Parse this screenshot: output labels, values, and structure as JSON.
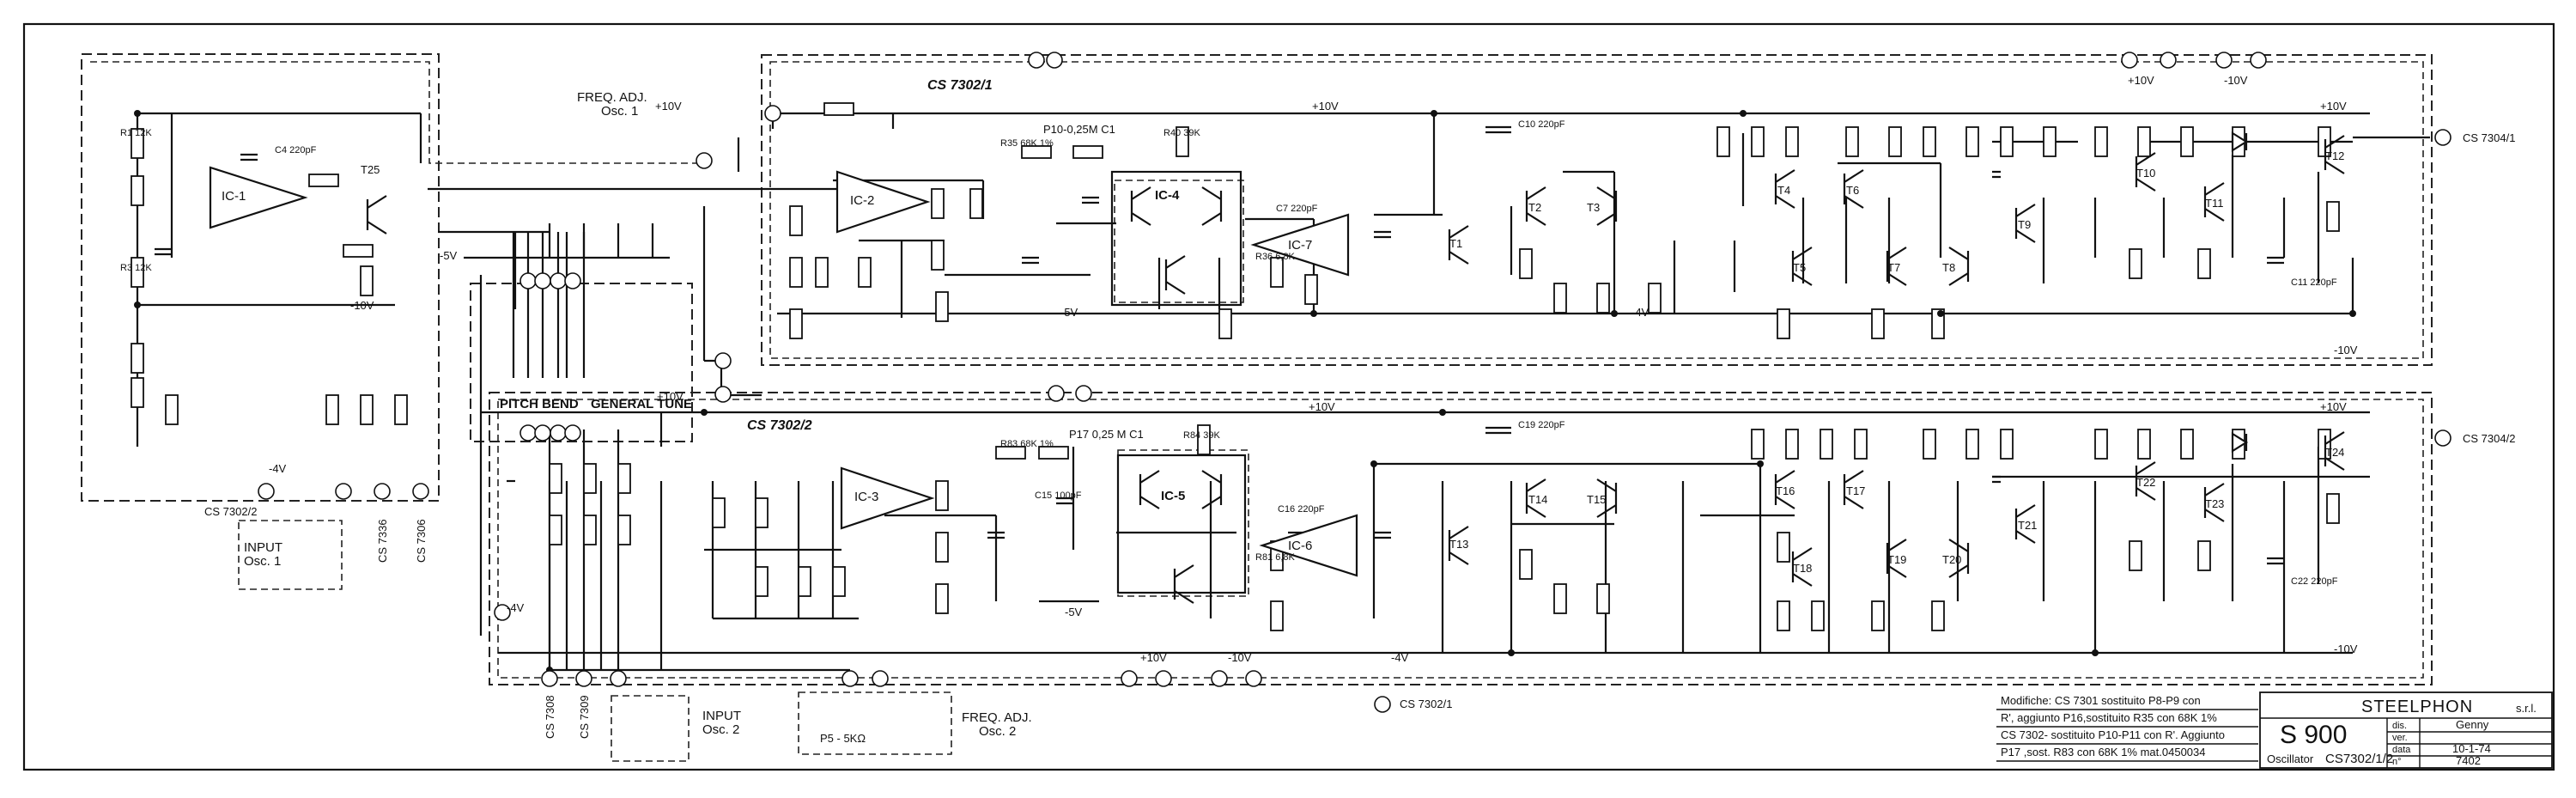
{
  "boards": {
    "top": "CS 7302/1",
    "bottom": "CS 7302/2",
    "top_ref": "CS 7304/1",
    "bottom_ref": "CS 7304/2",
    "bottom_note": "CS 7302/1",
    "mid_ref": "CS 7302/2"
  },
  "controls": {
    "freq_adj_1": "FREQ. ADJ.",
    "freq_adj_1_sub": "Osc. 1",
    "freq_adj_2": "FREQ. ADJ.",
    "freq_adj_2_sub": "Osc. 2",
    "pitch_bend": "PITCH BEND",
    "general_tune": "GENERAL TUNE",
    "input_1": "INPUT",
    "input_1_sub": "Osc. 1",
    "input_2": "INPUT",
    "input_2_sub": "Osc. 2",
    "p5": "P5 - 5KΩ",
    "pot_top": "P10-0,25M C1",
    "pot_bottom": "P17 0,25 M C1"
  },
  "ics": [
    "IC-1",
    "IC-2",
    "IC-3",
    "IC-4",
    "IC-5",
    "IC-6",
    "IC-7"
  ],
  "transistors_top": [
    "T25",
    "T1",
    "T2",
    "T3",
    "T4",
    "T5",
    "T6",
    "T7",
    "T8",
    "T9",
    "T10",
    "T11",
    "T12"
  ],
  "transistors_bottom": [
    "T13",
    "T14",
    "T15",
    "T16",
    "T17",
    "T18",
    "T19",
    "T20",
    "T21",
    "T22",
    "T23",
    "T24"
  ],
  "rails": {
    "p10": "+10V",
    "m10": "-10V",
    "m5": "-5V",
    "m4": "-4V"
  },
  "components_top": [
    "R1 12K",
    "R3 12K",
    "R35 68K 1%",
    "R40 39K",
    "R36 6,8K",
    "C4 220pF",
    "C10 220pF",
    "C7 220pF",
    "C11 220pF"
  ],
  "components_bottom": [
    "R83 68K 1%",
    "R84 39K",
    "R81 6,8K",
    "C15 100pF",
    "C16 220pF",
    "C19 220pF",
    "C22 220pF"
  ],
  "cs_labels": [
    "CS 7308",
    "CS 7336",
    "CS 7306",
    "CS 7309"
  ],
  "notes": {
    "title": "Modifiche:",
    "l1": "Modifiche: CS 7301 sostituito P8-P9 con",
    "l2": "R', aggiunto P16,sostituito R35 con 68K 1%",
    "l3": "CS 7302- sostituito P10-P11 con R'. Aggiunto",
    "l4": "P17 ,sost. R83 con 68K 1% mat.0450034"
  },
  "title_block": {
    "company": "STEELPHON",
    "company_suffix": "s.r.l.",
    "model": "S 900",
    "desc": "Oscillator",
    "drawing_no": "CS7302/1/2",
    "dis_label": "dis.",
    "dis_value": "Genny",
    "ver_label": "ver.",
    "ver_value": "",
    "data_label": "data",
    "data_value": "10-1-74",
    "n_label": "n°",
    "n_value": "7402"
  }
}
